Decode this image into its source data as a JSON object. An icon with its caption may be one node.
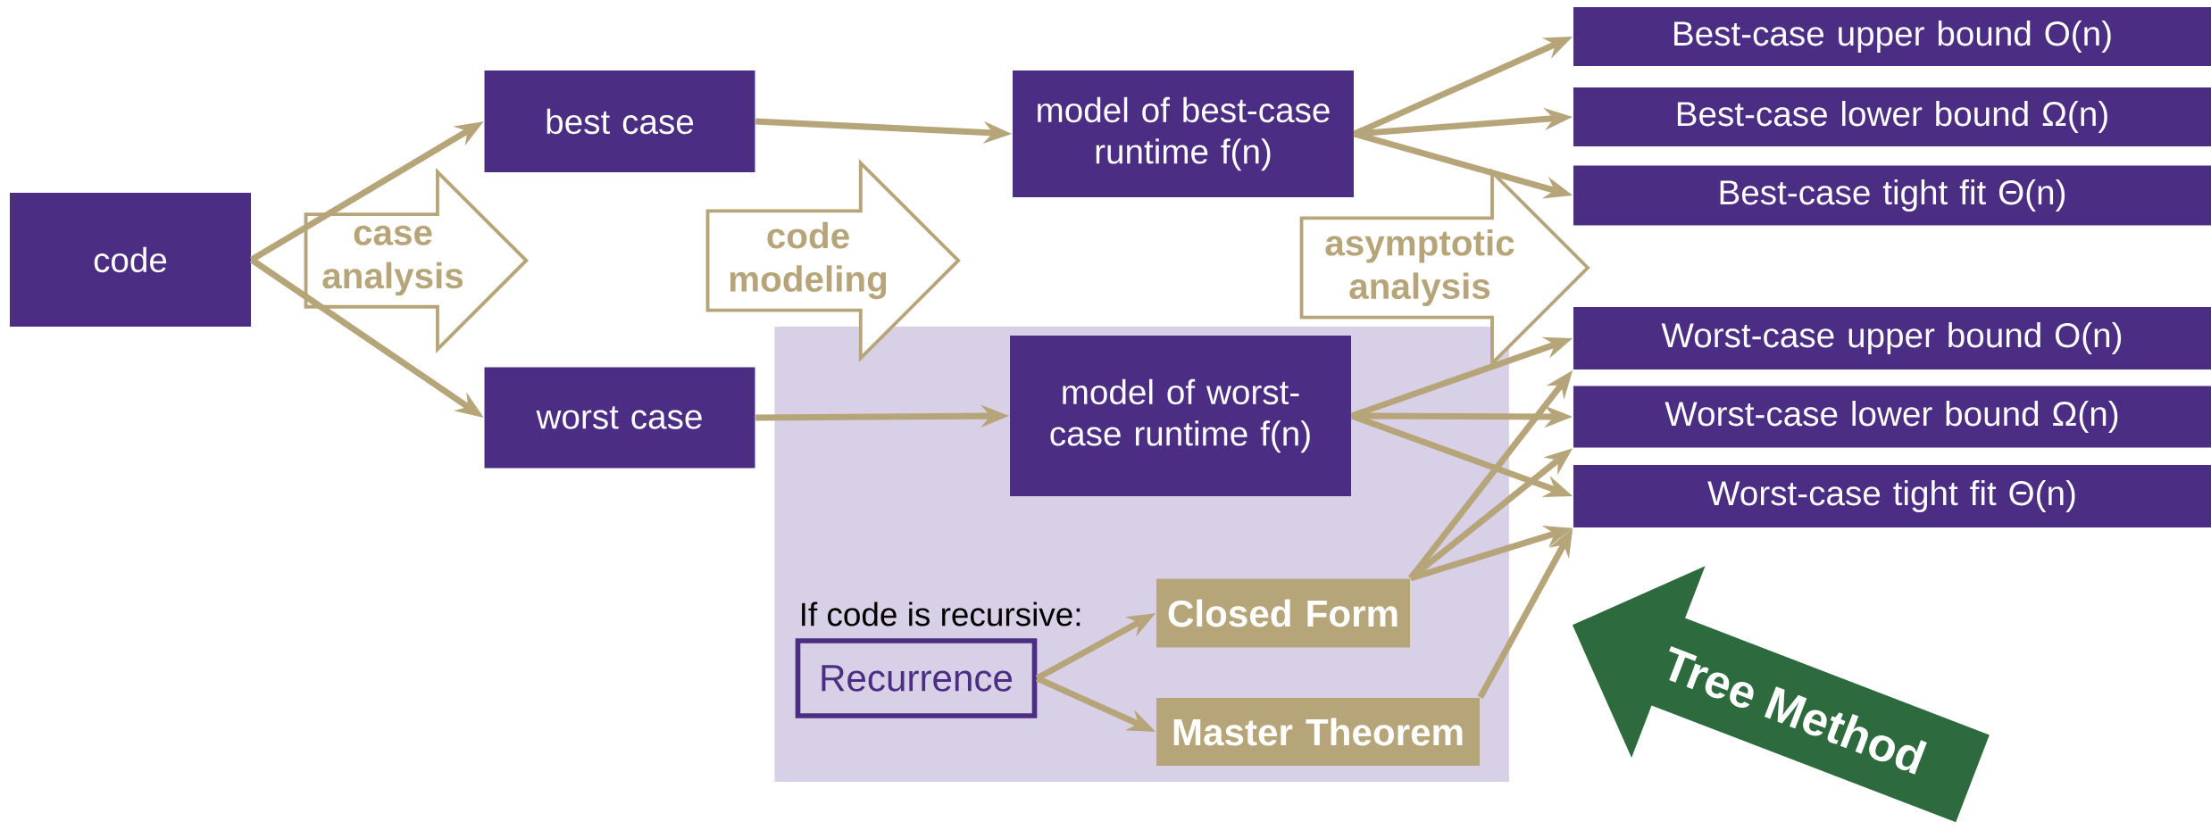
{
  "diagram": {
    "nodes": [
      {
        "text": [
          "code"
        ]
      },
      {
        "text": [
          "best case"
        ]
      },
      {
        "text": [
          "worst case"
        ]
      },
      {
        "text": [
          "case analysis"
        ]
      },
      {
        "text": [
          "code modeling"
        ]
      },
      {
        "text": [
          "model of best-case runtime f(n)"
        ]
      },
      {
        "text": [],
        "shape": "box"
      },
      {
        "text": [
          "model of worst-case runtime f(n)"
        ],
        "in": 6
      },
      {
        "text": [
          "asymptotic analysis"
        ]
      },
      {
        "text": [
          "Best-case upper bound O(n)"
        ]
      },
      {
        "text": [
          "Best-case lower bound Ω(n)"
        ]
      },
      {
        "text": [
          "Best-case tight fit Θ(n)"
        ]
      },
      {
        "text": [
          "Worst-case upper bound O(n)"
        ]
      },
      {
        "text": [
          "Worst-case lower bound Ω(n)"
        ]
      },
      {
        "text": [
          "Worst-case tight fit Θ(n)"
        ]
      },
      {
        "text": [
          "Recurrence"
        ],
        "in": 6
      },
      {
        "text": [
          "Closed Form"
        ],
        "in": 6
      },
      {
        "text": [
          "Master Theorem"
        ],
        "in": 6
      },
      {
        "text": [
          "Tree Method"
        ]
      }
    ],
    "edges": [
      {
        "from": 0,
        "to": 1,
        "arrow": "to"
      },
      {
        "from": 0,
        "to": 2,
        "arrow": "to"
      },
      {
        "from": 1,
        "to": 5,
        "arrow": "to"
      },
      {
        "from": 2,
        "to": 7,
        "arrow": "to"
      },
      {
        "from": 5,
        "to": 9,
        "arrow": "to"
      },
      {
        "from": 5,
        "to": 10,
        "arrow": "to"
      },
      {
        "from": 5,
        "to": 11,
        "arrow": "to"
      },
      {
        "from": 7,
        "to": 12,
        "arrow": "to"
      },
      {
        "from": 7,
        "to": 13,
        "arrow": "to"
      },
      {
        "from": 7,
        "to": 14,
        "arrow": "to"
      },
      {
        "from": 15,
        "to": 16,
        "arrow": "to"
      },
      {
        "from": 15,
        "to": 17,
        "arrow": "to"
      },
      {
        "from": 16,
        "to": 12,
        "arrow": "to"
      },
      {
        "from": 16,
        "to": 13,
        "arrow": "to"
      },
      {
        "from": 16,
        "to": 14,
        "arrow": "to"
      },
      {
        "from": 17,
        "to": 14,
        "arrow": "to"
      }
    ],
    "labels": [
      "If code is recursive:"
    ]
  }
}
